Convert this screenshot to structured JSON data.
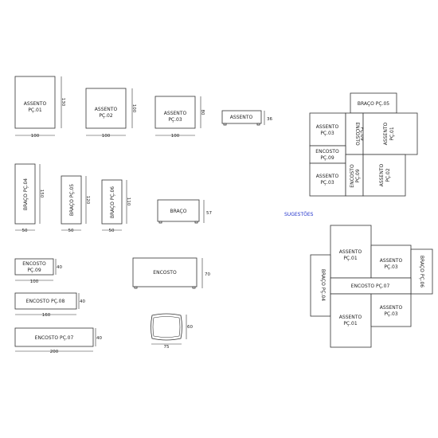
{
  "pieces": {
    "assento_01": {
      "line1": "ASSENTO",
      "line2": "PÇ.01",
      "dim_w": "100",
      "dim_h": "130"
    },
    "assento_02": {
      "line1": "ASSENTO",
      "line2": "PÇ.02",
      "dim_w": "100",
      "dim_h": "100"
    },
    "assento_03": {
      "line1": "ASSENTO",
      "line2": "PÇ.03",
      "dim_w": "100",
      "dim_h": "80"
    },
    "assento_side": {
      "line1": "ASSENTO",
      "dim_h": "36"
    },
    "braco_04": {
      "label": "BRAÇO PÇ.04",
      "dim_w": "50",
      "dim_h": "150"
    },
    "braco_05": {
      "label": "BRAÇO PÇ.05",
      "dim_w": "50",
      "dim_h": "120"
    },
    "braco_06": {
      "label": "BRAÇO PÇ.06",
      "dim_w": "50",
      "dim_h": "110"
    },
    "braco_side": {
      "label": "BRAÇO",
      "dim_h": "57"
    },
    "encosto_09": {
      "line1": "ENCOSTO",
      "line2": "PÇ.09",
      "dim_w": "100",
      "dim_h": "40"
    },
    "encosto_08": {
      "label": "ENCOSTO PÇ.08",
      "dim_w": "160",
      "dim_h": "40"
    },
    "encosto_07": {
      "label": "ENCOSTO PÇ.07",
      "dim_w": "200",
      "dim_h": "40"
    },
    "encosto_side": {
      "label": "ENCOSTO",
      "dim_h": "70"
    },
    "cushion": {
      "dim_w": "75",
      "dim_h": "60"
    }
  },
  "suggestions_label": "SUGESTÕES",
  "layout_a": {
    "braco_05": "BRAÇO PÇ.05",
    "assento_03_top": {
      "line1": "ASSENTO",
      "line2": "PÇ.03"
    },
    "encosto_09_v1": {
      "line1": "ENCOSTO",
      "line2": "PÇ.09"
    },
    "assento_01": {
      "line1": "ASSENTO",
      "line2": "PÇ.01"
    },
    "encosto_09_h": {
      "line1": "ENCOSTO",
      "line2": "PÇ.09"
    },
    "assento_03_bottom": {
      "line1": "ASSENTO",
      "line2": "PÇ.03"
    },
    "encosto_09_v2": {
      "line1": "ENCOSTO",
      "line2": "PÇ.09"
    },
    "assento_02": {
      "line1": "ASSENTO",
      "line2": "PÇ.02"
    }
  },
  "layout_b": {
    "assento_01_top": {
      "line1": "ASSENTO",
      "line2": "PÇ.01"
    },
    "assento_03_top": {
      "line1": "ASSENTO",
      "line2": "PÇ.03"
    },
    "braco_06": "BRAÇO PÇ.06",
    "braco_04": "BRAÇO PÇ.04",
    "encosto_07": "ENCOSTO PÇ.07",
    "assento_01_bottom": {
      "line1": "ASSENTO",
      "line2": "PÇ.01"
    },
    "assento_03_bottom": {
      "line1": "ASSENTO",
      "line2": "PÇ.03"
    }
  }
}
